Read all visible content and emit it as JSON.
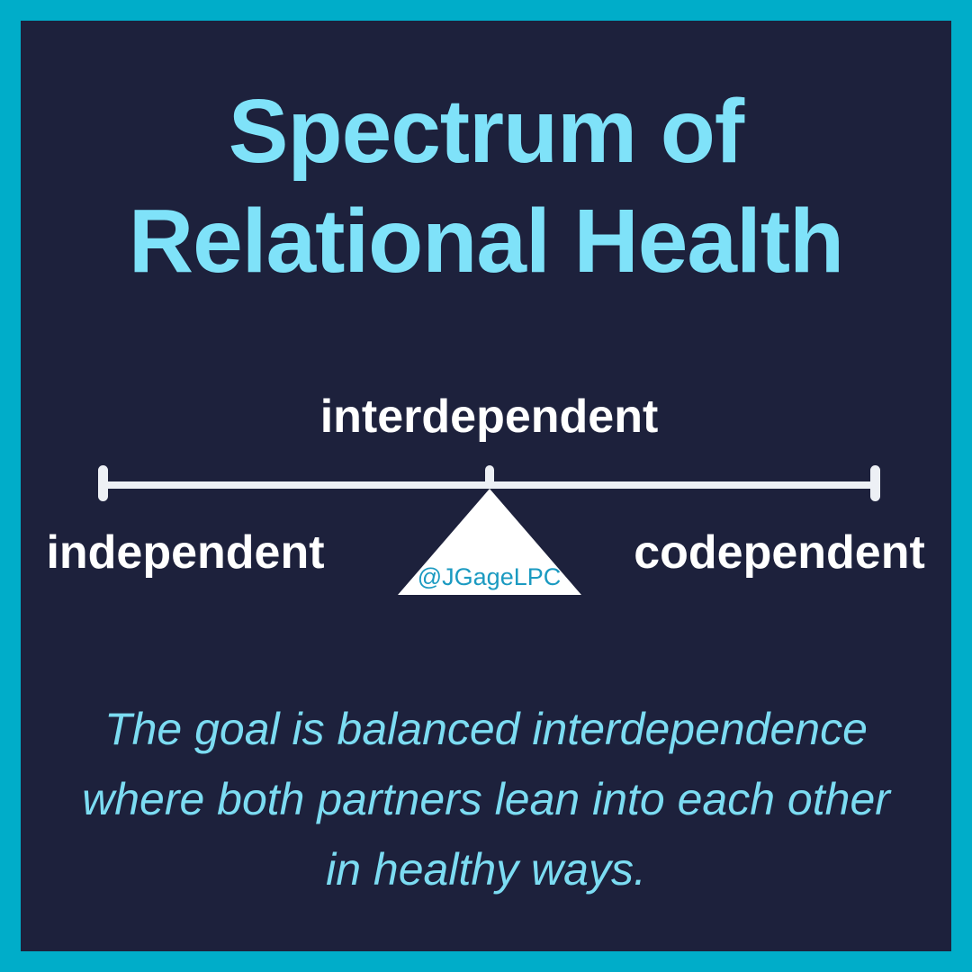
{
  "colors": {
    "border": "#00adc9",
    "background": "#1d213c",
    "title": "#7fe2f9",
    "label": "#ffffff",
    "track": "#edf0f5",
    "triangle": "#ffffff",
    "watermark": "#1b9ac1",
    "caption": "#7cdcf2"
  },
  "title": {
    "line1": "Spectrum of",
    "line2": "Relational Health"
  },
  "spectrum": {
    "top_label": "interdependent",
    "left_label": "independent",
    "right_label": "codependent",
    "watermark": "@JGageLPC"
  },
  "caption": {
    "lines": [
      "The goal is balanced interdependence",
      "where both partners lean into each other",
      "in healthy ways."
    ]
  }
}
